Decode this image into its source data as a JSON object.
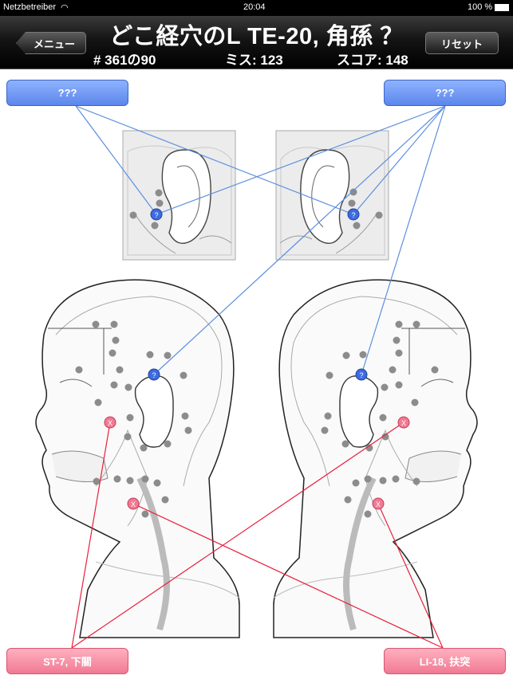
{
  "status_bar": {
    "carrier": "Netzbetreiber",
    "time": "20:04",
    "battery": "100 %"
  },
  "header": {
    "title": "どこ経穴のL TE-20, 角孫 ？",
    "menu_label": "メニュー",
    "reset_label": "リセット",
    "question_counter": "# 361の90",
    "misses": "ミス: 123",
    "score": "スコア: 148"
  },
  "answers": {
    "top_left": "???",
    "top_right": "???",
    "bottom_left": "ST-7, 下關",
    "bottom_right": "LI-18, 扶突"
  },
  "markers": {
    "question": "?",
    "wrong": "X"
  },
  "colors": {
    "blue_line": "#5b8fe0",
    "red_line": "#e8203c",
    "point_gray": "#8c8c8c"
  }
}
